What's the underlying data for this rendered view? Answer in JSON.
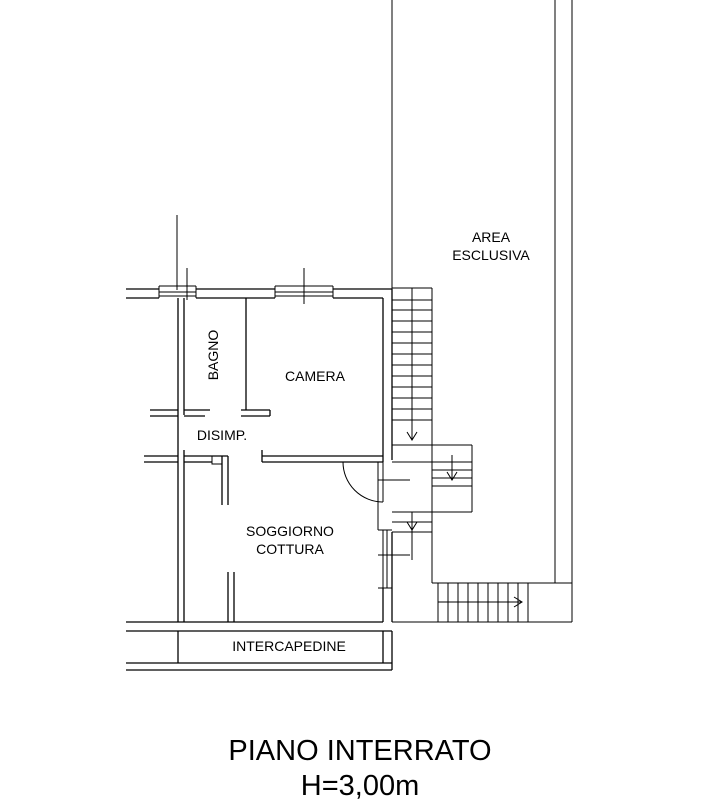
{
  "rooms": {
    "area_esclusiva_line1": "AREA",
    "area_esclusiva_line2": "ESCLUSIVA",
    "bagno": "BAGNO",
    "camera": "CAMERA",
    "disimpegno": "DISIMP.",
    "soggiorno_line1": "SOGGIORNO",
    "soggiorno_line2": "COTTURA",
    "intercapedine": "INTERCAPEDINE"
  },
  "title": {
    "line1": "PIANO INTERRATO",
    "line2": "H=3,00m"
  },
  "colors": {
    "ink": "#000000",
    "paper": "#ffffff"
  }
}
